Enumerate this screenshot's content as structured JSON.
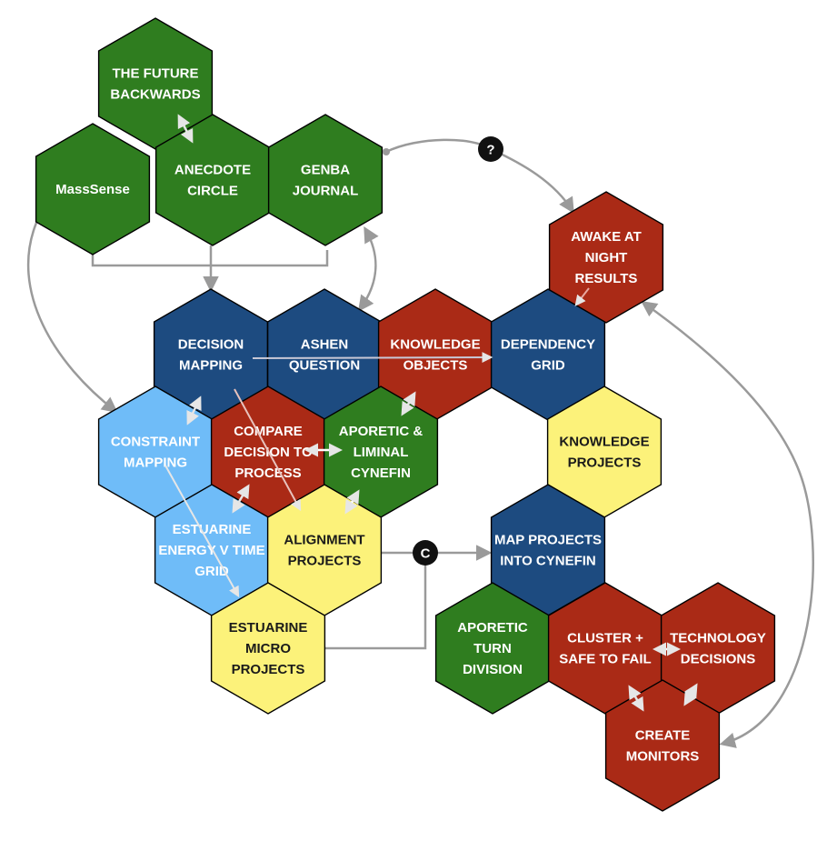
{
  "colors": {
    "green": "#2f7d1f",
    "navy": "#1d4b80",
    "red": "#aa2a16",
    "light_blue": "#6fbcf8",
    "yellow": "#fcf27a",
    "connector": "#9a9a9a",
    "badge": "#111111"
  },
  "nodes": [
    {
      "id": "future-backwards",
      "color": "green",
      "lines": [
        "THE FUTURE",
        "BACKWARDS"
      ]
    },
    {
      "id": "masssense",
      "color": "green",
      "lines": [
        "MassSense"
      ]
    },
    {
      "id": "anecdote-circle",
      "color": "green",
      "lines": [
        "ANECDOTE",
        "CIRCLE"
      ]
    },
    {
      "id": "genba-journal",
      "color": "green",
      "lines": [
        "GENBA",
        "JOURNAL"
      ]
    },
    {
      "id": "awake-at-night",
      "color": "red",
      "lines": [
        "AWAKE AT",
        "NIGHT",
        "RESULTS"
      ]
    },
    {
      "id": "decision-mapping",
      "color": "navy",
      "lines": [
        "DECISION",
        "MAPPING"
      ]
    },
    {
      "id": "ashen-question",
      "color": "navy",
      "lines": [
        "ASHEN",
        "QUESTION"
      ]
    },
    {
      "id": "knowledge-objects",
      "color": "red",
      "lines": [
        "KNOWLEDGE",
        "OBJECTS"
      ]
    },
    {
      "id": "dependency-grid",
      "color": "navy",
      "lines": [
        "DEPENDENCY",
        "GRID"
      ]
    },
    {
      "id": "constraint-mapping",
      "color": "light_blue",
      "lines": [
        "CONSTRAINT",
        "MAPPING"
      ]
    },
    {
      "id": "compare-decision",
      "color": "red",
      "lines": [
        "COMPARE",
        "DECISION TO",
        "PROCESS"
      ]
    },
    {
      "id": "aporetic-liminal",
      "color": "green",
      "lines": [
        "APORETIC &",
        "LIMINAL",
        "CYNEFIN"
      ]
    },
    {
      "id": "knowledge-projects",
      "color": "yellow",
      "lines": [
        "KNOWLEDGE",
        "PROJECTS"
      ]
    },
    {
      "id": "estuarine-energy",
      "color": "light_blue",
      "lines": [
        "ESTUARINE",
        "ENERGY V TIME",
        "GRID"
      ]
    },
    {
      "id": "alignment-projects",
      "color": "yellow",
      "lines": [
        "ALIGNMENT",
        "PROJECTS"
      ]
    },
    {
      "id": "map-projects",
      "color": "navy",
      "lines": [
        "MAP PROJECTS",
        "INTO CYNEFIN"
      ]
    },
    {
      "id": "estuarine-micro",
      "color": "yellow",
      "lines": [
        "ESTUARINE",
        "MICRO",
        "PROJECTS"
      ]
    },
    {
      "id": "aporetic-turn",
      "color": "green",
      "lines": [
        "APORETIC",
        "TURN",
        "DIVISION"
      ]
    },
    {
      "id": "cluster-safe",
      "color": "red",
      "lines": [
        "CLUSTER +",
        "SAFE TO FAIL"
      ]
    },
    {
      "id": "technology-decisions",
      "color": "red",
      "lines": [
        "TECHNOLOGY",
        "DECISIONS"
      ]
    },
    {
      "id": "create-monitors",
      "color": "red",
      "lines": [
        "CREATE",
        "MONITORS"
      ]
    }
  ],
  "badges": [
    {
      "id": "question-badge",
      "label": "?"
    },
    {
      "id": "c-badge",
      "label": "C"
    }
  ]
}
